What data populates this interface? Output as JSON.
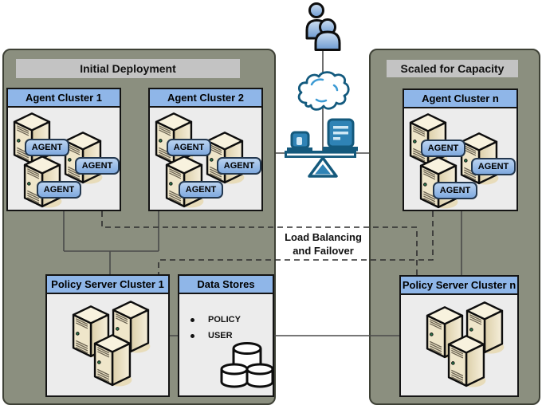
{
  "groups": {
    "initial": {
      "title": "Initial Deployment"
    },
    "scaled": {
      "title": "Scaled for Capacity"
    }
  },
  "clusters": {
    "agent1": {
      "title": "Agent Cluster 1"
    },
    "agent2": {
      "title": "Agent Cluster 2"
    },
    "agentN": {
      "title": "Agent Cluster n"
    },
    "policy1": {
      "title": "Policy Server Cluster 1"
    },
    "policyN": {
      "title": "Policy Server Cluster n"
    },
    "dataStores": {
      "title": "Data Stores",
      "items": [
        "POLICY",
        "USER"
      ]
    }
  },
  "badges": {
    "agent": "AGENT"
  },
  "annotations": {
    "load_balancing": {
      "line1": "Load Balancing",
      "line2": "and Failover"
    }
  },
  "icons": {
    "users": "users-icon",
    "cloud": "internet-cloud-icon",
    "balancer": "load-balancer-icon",
    "server": "server-tower-icon",
    "database": "database-cylinders-icon"
  },
  "colors": {
    "group_fill": "#8b8f7f",
    "header_blue": "#8fb6e8",
    "body_gray": "#ececec",
    "title_bar_gray": "#c3c3c3",
    "badge_blue": "#8cb4e6",
    "icon_teal": "#14597c",
    "icon_blue": "#2f83b5",
    "server_cream": "#f0e8cf"
  }
}
